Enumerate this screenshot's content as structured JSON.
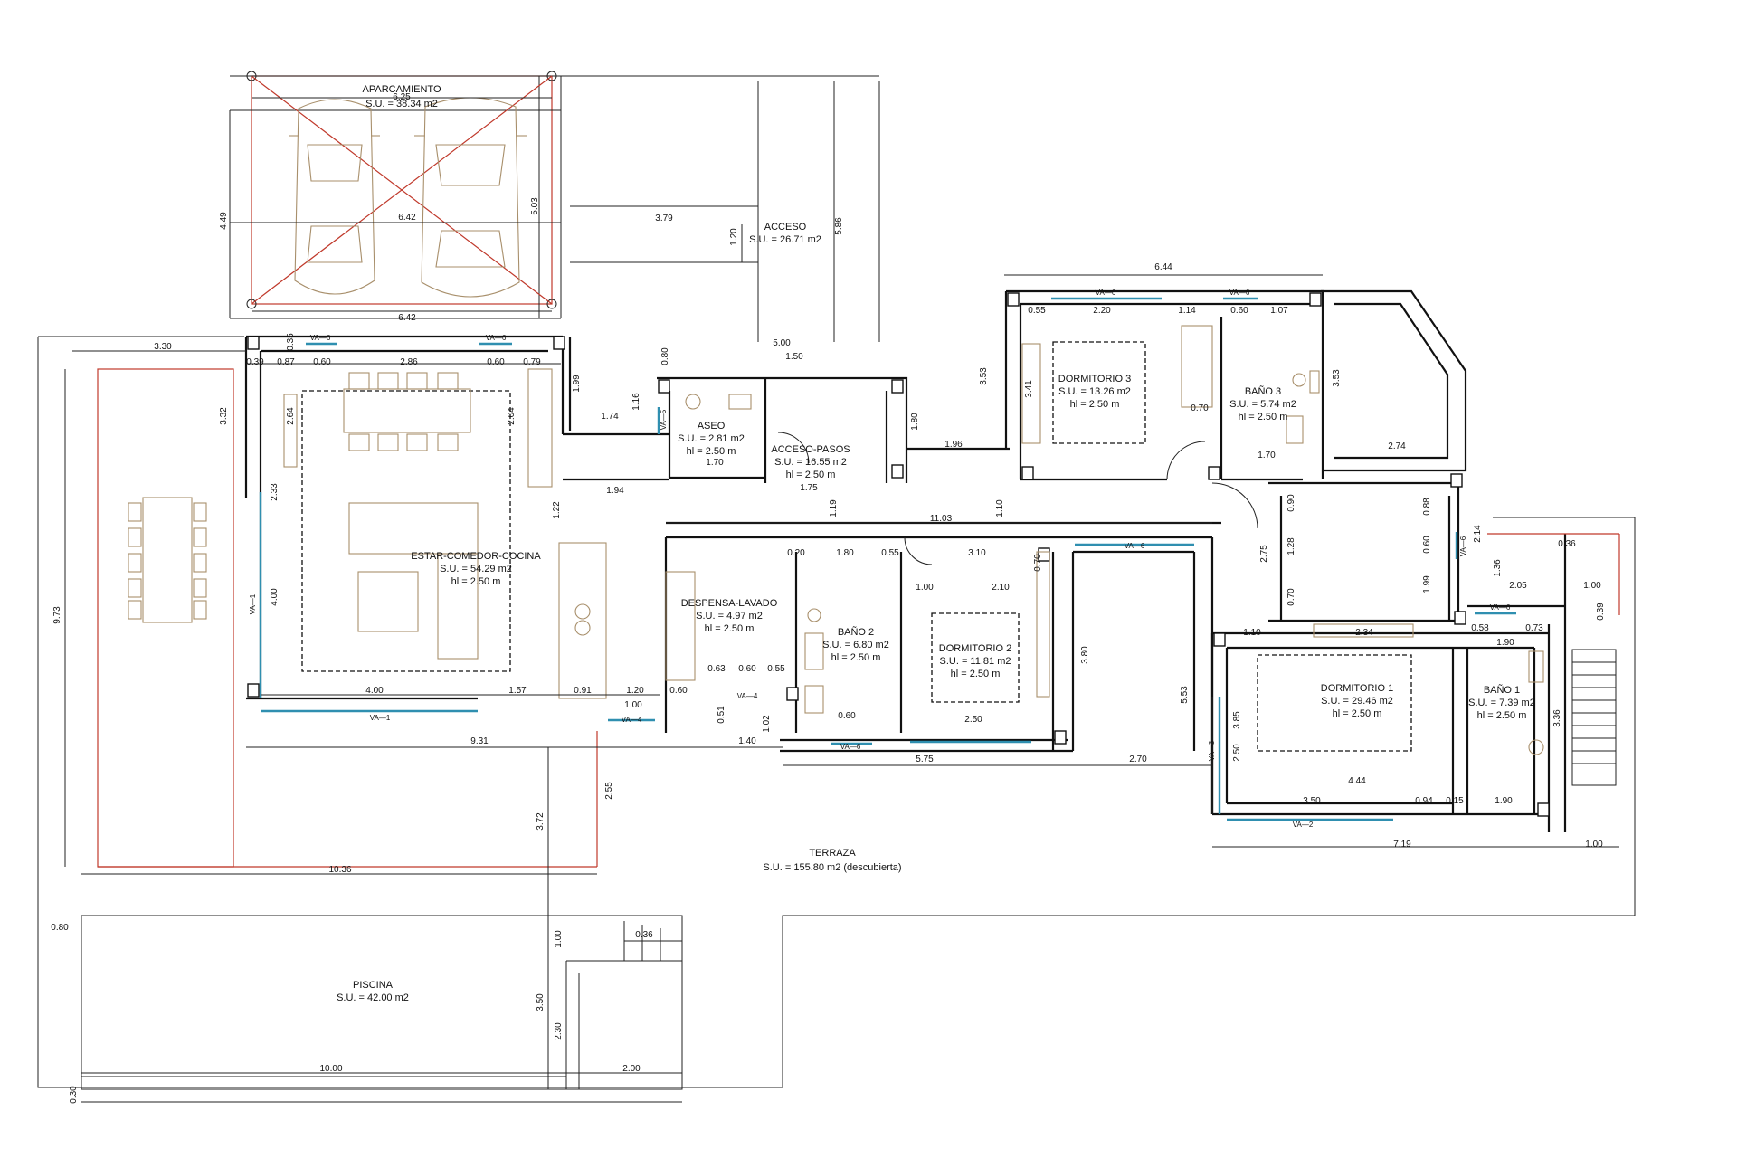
{
  "rooms": {
    "aparcamiento": {
      "name": "APARCAMIENTO",
      "area": "S.U. = 38.34 m2"
    },
    "acceso": {
      "name": "ACCESO",
      "area": "S.U. = 26.71 m2"
    },
    "aseo": {
      "name": "ASEO",
      "area": "S.U. = 2.81 m2",
      "height": "hl = 2.50 m"
    },
    "acceso_pasos": {
      "name": "ACCESO-PASOS",
      "area": "S.U. = 16.55 m2",
      "height": "hl = 2.50 m"
    },
    "dormitorio3": {
      "name": "DORMITORIO 3",
      "area": "S.U. = 13.26 m2",
      "height": "hl = 2.50 m"
    },
    "bano3": {
      "name": "BAÑO 3",
      "area": "S.U. = 5.74 m2",
      "height": "hl = 2.50 m"
    },
    "estar": {
      "name": "ESTAR-COMEDOR-COCINA",
      "area": "S.U. = 54.29 m2",
      "height": "hl = 2.50 m"
    },
    "despensa": {
      "name": "DESPENSA-LAVADO",
      "area": "S.U. = 4.97 m2",
      "height": "hl = 2.50 m"
    },
    "bano2": {
      "name": "BAÑO 2",
      "area": "S.U. = 6.80 m2",
      "height": "hl = 2.50 m"
    },
    "dormitorio2": {
      "name": "DORMITORIO 2",
      "area": "S.U. = 11.81 m2",
      "height": "hl = 2.50 m"
    },
    "dormitorio1": {
      "name": "DORMITORIO 1",
      "area": "S.U. = 29.46 m2",
      "height": "hl = 2.50 m"
    },
    "bano1": {
      "name": "BAÑO 1",
      "area": "S.U. = 7.39 m2",
      "height": "hl = 2.50 m"
    },
    "terraza": {
      "name": "TERRAZA",
      "area": "S.U. = 155.80 m2 (descubierta)"
    },
    "piscina": {
      "name": "PISCINA",
      "area": "S.U. = 42.00 m2"
    }
  },
  "dimensions": {
    "d_6_25": "6.25",
    "d_6_42_top": "6.42",
    "d_6_42_bot": "6.42",
    "d_4_49": "4.49",
    "d_5_03": "5.03",
    "d_3_79": "3.79",
    "d_1_20": "1.20",
    "d_5_86": "5.86",
    "d_3_30": "3.30",
    "d_0_35": "0.35",
    "d_0_39": "0.39",
    "d_0_87": "0.87",
    "d_0_60a": "0.60",
    "d_2_86": "2.86",
    "d_0_60b": "0.60",
    "d_0_79": "0.79",
    "d_1_99": "1.99",
    "d_5_00": "5.00",
    "d_1_50": "1.50",
    "d_0_80": "0.80",
    "d_1_16": "1.16",
    "d_1_74": "1.74",
    "d_3_32": "3.32",
    "d_2_64": "2.64",
    "d_2_04": "2.04",
    "d_1_70a": "1.70",
    "d_1_75": "1.75",
    "d_1_80a": "1.80",
    "d_1_96": "1.96",
    "d_1_94": "1.94",
    "d_6_44": "6.44",
    "d_0_55a": "0.55",
    "d_2_20": "2.20",
    "d_1_14": "1.14",
    "d_0_60c": "0.60",
    "d_1_07": "1.07",
    "d_3_53a": "3.53",
    "d_3_41": "3.41",
    "d_0_70a": "0.70",
    "d_3_53b": "3.53",
    "d_1_70b": "1.70",
    "d_2_74": "2.74",
    "d_11_03": "11.03",
    "d_1_19": "1.19",
    "d_1_10a": "1.10",
    "d_1_22": "1.22",
    "d_0_20": "0.20",
    "d_1_80b": "1.80",
    "d_0_55b": "0.55",
    "d_3_10": "3.10",
    "d_1_00a": "1.00",
    "d_2_10": "2.10",
    "d_0_70b": "0.70",
    "d_0_88": "0.88",
    "d_0_60d": "0.60",
    "d_2_75": "2.75",
    "d_1_28": "1.28",
    "d_1_99b": "1.99",
    "d_2_14": "2.14",
    "d_0_36a": "0.36",
    "d_1_36": "1.36",
    "d_2_05": "2.05",
    "d_1_00b": "1.00",
    "d_0_39b": "0.39",
    "d_9_73": "9.73",
    "d_4_00v": "4.00",
    "d_2_33": "2.33",
    "d_4_00h": "4.00",
    "d_1_57": "1.57",
    "d_0_91": "0.91",
    "d_1_20b": "1.20",
    "d_0_60e": "0.60",
    "d_1_00c": "1.00",
    "d_9_31": "9.31",
    "d_0_63": "0.63",
    "d_0_60f": "0.60",
    "d_0_55c": "0.55",
    "d_0_51": "0.51",
    "d_1_02": "1.02",
    "d_1_40": "1.40",
    "d_0_60g": "0.60",
    "d_2_50a": "2.50",
    "d_5_75": "5.75",
    "d_3_80": "3.80",
    "d_2_70": "2.70",
    "d_5_53": "5.53",
    "d_1_10b": "1.10",
    "d_2_34": "2.34",
    "d_0_58": "0.58",
    "d_0_73": "0.73",
    "d_1_90a": "1.90",
    "d_3_85": "3.85",
    "d_2_50b": "2.50",
    "d_4_44": "4.44",
    "d_3_50": "3.50",
    "d_0_94": "0.94",
    "d_0_15": "0.15",
    "d_1_90b": "1.90",
    "d_3_36": "3.36",
    "d_7_19": "7.19",
    "d_1_00d": "1.00",
    "d_3_72": "3.72",
    "d_2_55": "2.55",
    "d_10_36": "10.36",
    "d_0_80b": "0.80",
    "d_0_36b": "0.36",
    "d_1_00e": "1.00",
    "d_3_50b": "3.50",
    "d_2_30": "2.30",
    "d_10_00": "10.00",
    "d_2_00": "2.00",
    "d_0_30": "0.30",
    "d_0_70c": "0.70",
    "d_0_90": "0.90"
  },
  "windows": {
    "va6a": "VA—6",
    "va6b": "VA—6",
    "va6c": "VA—6",
    "va6d": "VA—6",
    "va6e": "VA—6",
    "va6f": "VA—6",
    "va6g": "VA—6",
    "va6h": "VA—6",
    "va1v": "VA—1",
    "va1h": "VA—1",
    "va4": "VA—4",
    "va4b": "VA—4",
    "va3": "VA—3",
    "va2": "VA—2",
    "va5": "VA—5"
  }
}
